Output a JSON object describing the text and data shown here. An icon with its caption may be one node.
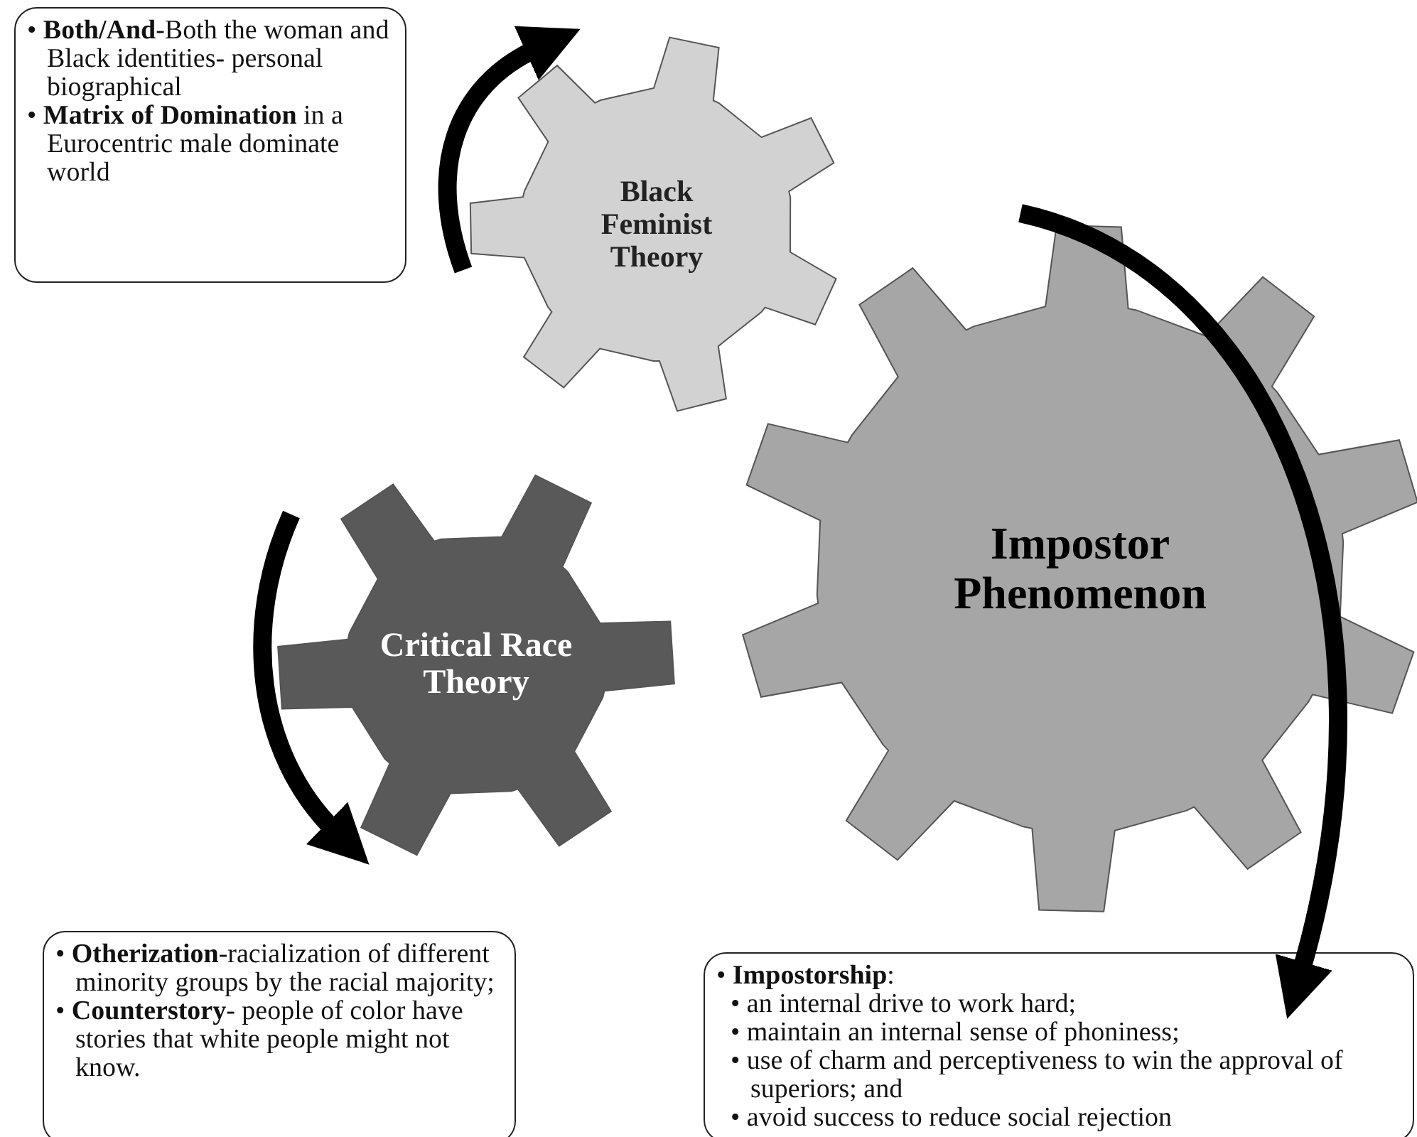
{
  "diagram": {
    "nodes": [
      {
        "text": [
          "• **Both/And**-Both the woman and Black identities- personal biographical",
          "• **Matrix of Domination** in a Eurocentric male dominate world"
        ]
      },
      {
        "text": [
          "Black Feminist Theory"
        ]
      },
      {
        "text": [
          "Impostor Phenomenon"
        ]
      },
      {
        "text": [
          "Critical Race Theory"
        ]
      },
      {
        "text": [
          "• **Impostorship**:",
          "• an internal drive to work hard;",
          "• maintain an internal sense of phoniness;",
          "• use of charm and perceptiveness to win the approval of superiors; and",
          "• avoid success to reduce social rejection"
        ]
      },
      {
        "text": [
          "• **Otherization**-racialization of different minority groups by the racial majority;",
          "• **Counterstory**- people of color have stories that white people might not know."
        ]
      }
    ],
    "edges": []
  }
}
